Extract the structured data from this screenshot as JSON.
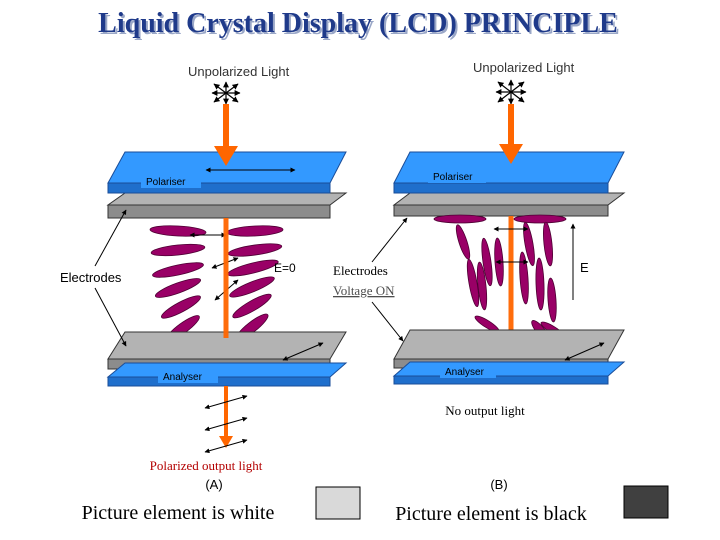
{
  "title": "Liquid Crystal Display (LCD) PRINCIPLE",
  "left_panel": {
    "input_light_label": "Unpolarized Light",
    "polariser_label": "Polariser",
    "electrodes_label": "Electrodes",
    "field_label": "E=0",
    "analyser_label": "Analyser",
    "output_label": "Polarized output light",
    "panel_tag": "(A)",
    "caption": "Picture element is white",
    "swatch_color": "#d9d9d9"
  },
  "right_panel": {
    "input_light_label": "Unpolarized Light",
    "polariser_label": "Polariser",
    "electrodes_label": "Electrodes",
    "voltage_label": "Voltage ON",
    "field_label": "E",
    "analyser_label": "Analyser",
    "output_label": "No output light",
    "panel_tag": "(B)",
    "caption": "Picture element is black",
    "swatch_color": "#404040"
  },
  "colors": {
    "title": "#1f3a8a",
    "plate_blue": "#3399ff",
    "plate_grey": "#b3b3b3",
    "crystal": "#990066",
    "light_arrow": "#ff6600",
    "output_text": "#b30000"
  }
}
